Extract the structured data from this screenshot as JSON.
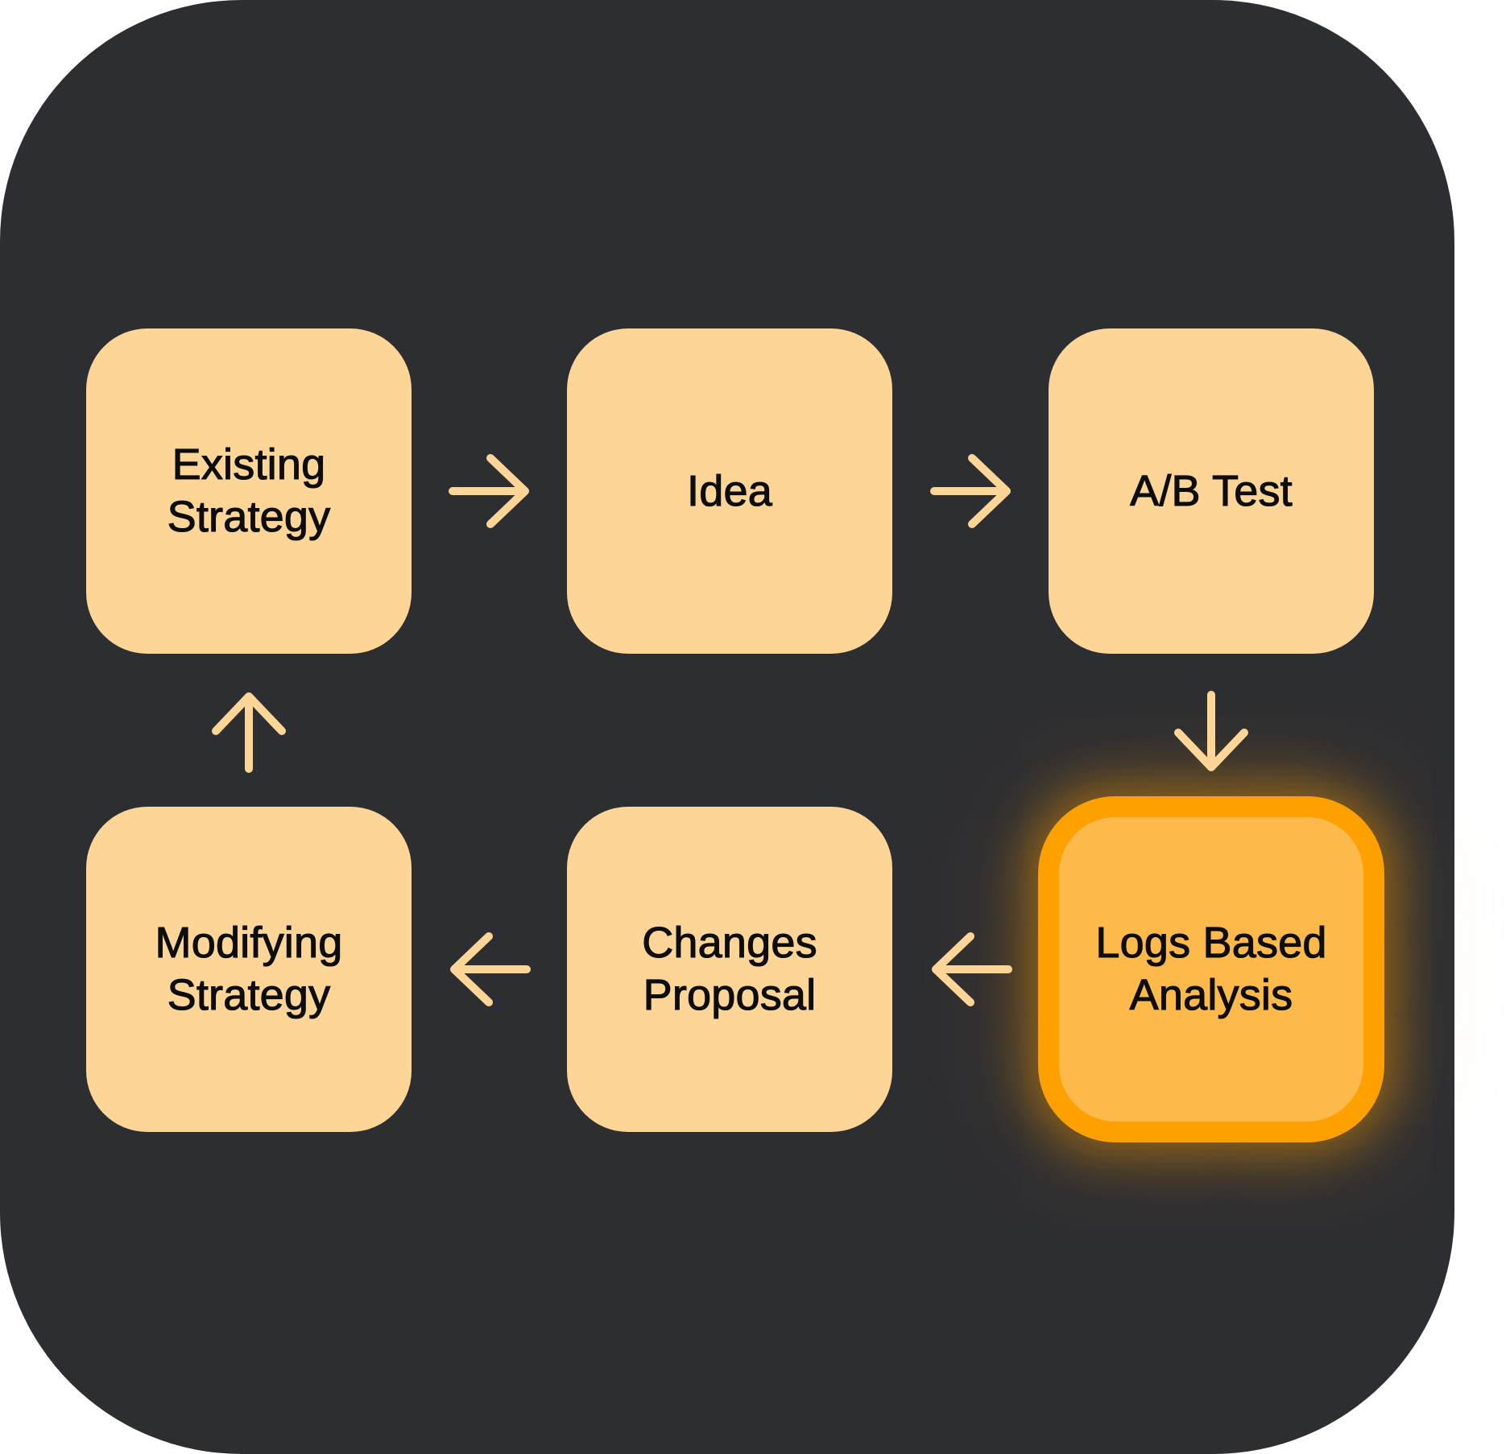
{
  "colors": {
    "panel_bg": "#2d2e32",
    "node_fill": "#fcd597",
    "highlight_fill": "#fdb94a",
    "highlight_border": "#fea000",
    "arrow": "#fcd597",
    "text": "#0d0d0d"
  },
  "nodes": {
    "existing_strategy": "Existing\nStrategy",
    "idea": "Idea",
    "ab_test": "A/B Test",
    "logs_based_analysis": "Logs Based\nAnalysis",
    "changes_proposal": "Changes\nProposal",
    "modifying_strategy": "Modifying\nStrategy"
  },
  "highlighted_node": "logs_based_analysis",
  "edges": [
    {
      "from": "existing_strategy",
      "to": "idea",
      "icon": "arrow-right-icon"
    },
    {
      "from": "idea",
      "to": "ab_test",
      "icon": "arrow-right-icon"
    },
    {
      "from": "ab_test",
      "to": "logs_based_analysis",
      "icon": "arrow-down-icon"
    },
    {
      "from": "logs_based_analysis",
      "to": "changes_proposal",
      "icon": "arrow-left-icon"
    },
    {
      "from": "changes_proposal",
      "to": "modifying_strategy",
      "icon": "arrow-left-icon"
    },
    {
      "from": "modifying_strategy",
      "to": "existing_strategy",
      "icon": "arrow-up-icon"
    }
  ]
}
